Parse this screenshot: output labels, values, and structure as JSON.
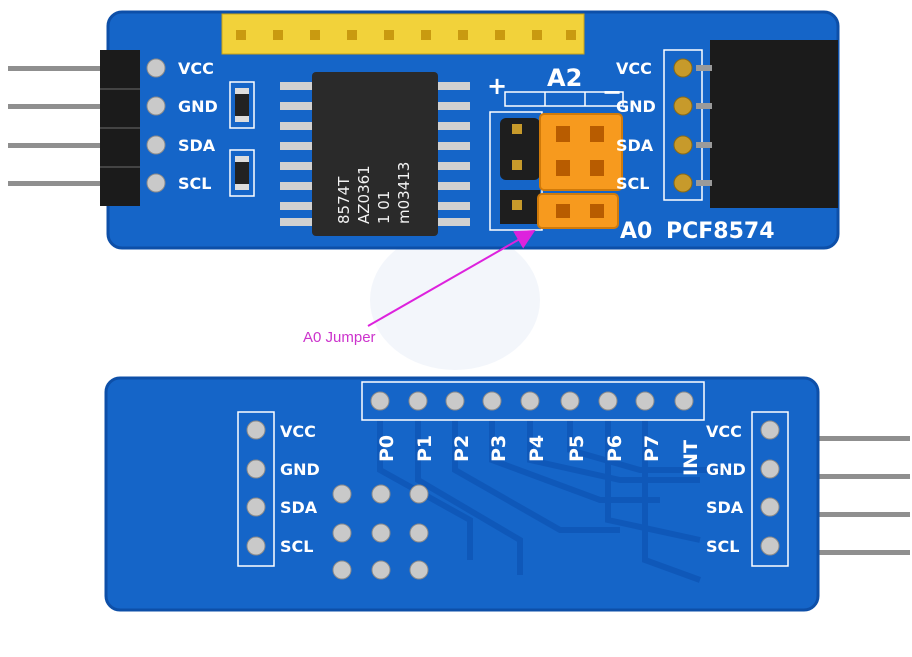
{
  "top_board": {
    "left_header_labels": [
      "VCC",
      "GND",
      "SDA",
      "SCL"
    ],
    "right_header_labels": [
      "VCC",
      "GND",
      "SDA",
      "SCL"
    ],
    "chip_marking_lines": [
      "8574T",
      "AZ0361",
      "1 01",
      "m03413"
    ],
    "address_label": "A2",
    "plus_label": "+",
    "minus_label": "−",
    "board_label_prefix": "A0",
    "board_label": "PCF8574"
  },
  "bottom_board": {
    "left_header_labels": [
      "VCC",
      "GND",
      "SDA",
      "SCL"
    ],
    "right_header_labels": [
      "VCC",
      "GND",
      "SDA",
      "SCL"
    ],
    "pin_labels": [
      "P0",
      "P1",
      "P2",
      "P3",
      "P4",
      "P5",
      "P6",
      "P7",
      "INT"
    ]
  },
  "annotation": {
    "text": "A0 Jumper",
    "color": "#cc33cc"
  },
  "colors": {
    "pcb_blue": "#1565c8",
    "pcb_blue_dark": "#0d4fa8",
    "header_yellow": "#f2d23a",
    "jumper_orange": "#f79a1e",
    "chip_black": "#2a2a2a",
    "arrow_magenta": "#dd22dd"
  }
}
